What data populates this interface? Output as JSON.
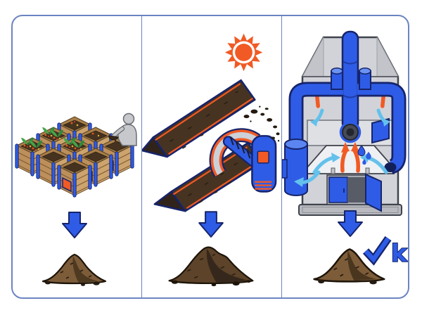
{
  "colors": {
    "background": "#ffffff",
    "frame_border": "#6b84c2",
    "primary_blue": "#2e5ce6",
    "navy_outline": "#16246b",
    "accent_orange": "#f15a24",
    "light_blue": "#63c1ec",
    "soil_dark": "#46331f",
    "pile_brown": "#7d5c39",
    "pile_brown_dark": "#45321d",
    "pile_darkest": "#33261a",
    "wood_light": "#cda46d",
    "wood_mid": "#bd8f5a",
    "wood_dark": "#7c5a33",
    "grey_body": "#d2d3d8",
    "grey_shade": "#c3c4ca",
    "interior_white": "#eef0f3",
    "person_grey": "#c6c8cc",
    "sprout_green": "#3f9e43"
  },
  "panels": [
    {
      "id": "bin-composting",
      "illustration": "stacked-compost-bins-with-worker",
      "icons": [
        "compost-bin-icon",
        "worker-icon",
        "sprout-icon",
        "down-arrow-icon",
        "compost-pile-icon"
      ]
    },
    {
      "id": "windrow-composting",
      "illustration": "open-air-windrows-with-turner-machine",
      "icons": [
        "sun-icon",
        "windrow-icon",
        "windrow-turner-icon",
        "down-arrow-icon",
        "compost-pile-icon"
      ]
    },
    {
      "id": "in-vessel-composting",
      "illustration": "enclosed-composting-vessel-with-pipes",
      "icons": [
        "composting-vessel-icon",
        "pipe-icon",
        "blower-tank-icon",
        "heat-arrow-icon",
        "airflow-arrow-icon",
        "water-drops-icon",
        "door-icon",
        "down-arrow-icon",
        "compost-pile-icon",
        "checkmark-icon"
      ],
      "result_label": "k"
    }
  ]
}
